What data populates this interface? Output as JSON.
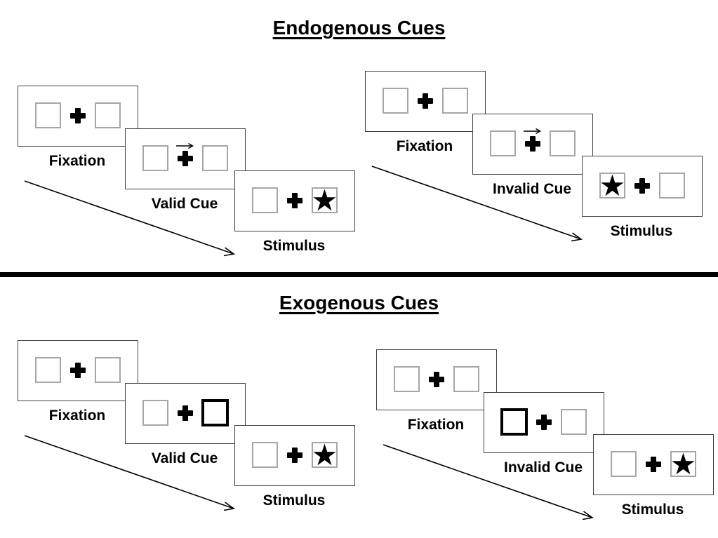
{
  "glyphs": {
    "star": "★"
  },
  "colors": {
    "ink": "#000000",
    "panel_border": "#3f3f3f",
    "box_border": "#a6a6a6",
    "cue_box_border": "#000000",
    "background": "#ffffff"
  },
  "sections": [
    {
      "id": "endogenous",
      "title": "Endogenous Cues",
      "trials": [
        {
          "name": "valid",
          "panels": [
            {
              "label": "Fixation",
              "cue": null,
              "left": "empty",
              "right": "empty"
            },
            {
              "label": "Valid Cue",
              "cue": "arrow-right",
              "left": "empty",
              "right": "empty"
            },
            {
              "label": "Stimulus",
              "cue": null,
              "left": "empty",
              "right": "star"
            }
          ]
        },
        {
          "name": "invalid",
          "panels": [
            {
              "label": "Fixation",
              "cue": null,
              "left": "empty",
              "right": "empty"
            },
            {
              "label": "Invalid Cue",
              "cue": "arrow-right",
              "left": "empty",
              "right": "empty"
            },
            {
              "label": "Stimulus",
              "cue": null,
              "left": "star",
              "right": "empty"
            }
          ]
        }
      ]
    },
    {
      "id": "exogenous",
      "title": "Exogenous Cues",
      "trials": [
        {
          "name": "valid",
          "panels": [
            {
              "label": "Fixation",
              "cue": null,
              "left": "empty",
              "right": "empty"
            },
            {
              "label": "Valid Cue",
              "cue": null,
              "left": "empty",
              "right": "highlight"
            },
            {
              "label": "Stimulus",
              "cue": null,
              "left": "empty",
              "right": "star"
            }
          ]
        },
        {
          "name": "invalid",
          "panels": [
            {
              "label": "Fixation",
              "cue": null,
              "left": "empty",
              "right": "empty"
            },
            {
              "label": "Invalid Cue",
              "cue": null,
              "left": "highlight",
              "right": "empty"
            },
            {
              "label": "Stimulus",
              "cue": null,
              "left": "empty",
              "right": "star"
            }
          ]
        }
      ]
    }
  ]
}
